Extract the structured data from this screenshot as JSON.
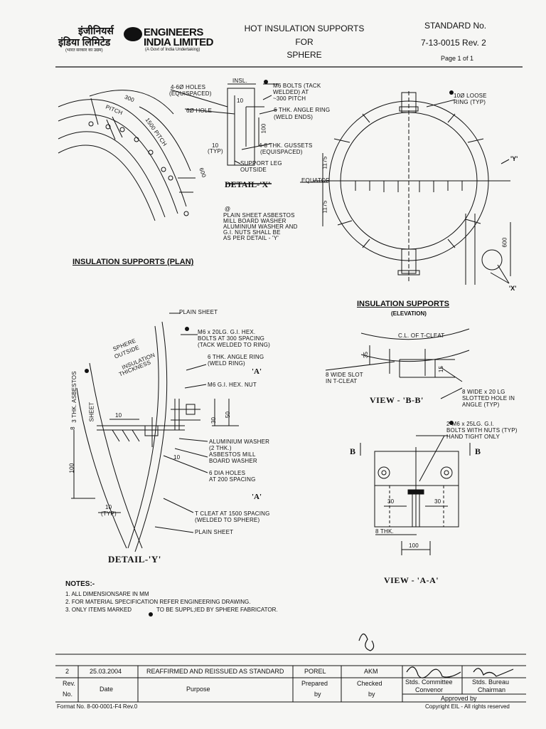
{
  "header": {
    "logo_hindi_line1": "इंजीनियर्स",
    "logo_hindi_line2": "इंडिया लिमिटेड",
    "logo_hindi_sub": "(भारत सरकार का उद्यम)",
    "logo_en_line1": "ENGINEERS",
    "logo_en_line2": "INDIA LIMITED",
    "logo_en_sub": "(A Govt of India Undertaking)",
    "title_line1": "HOT INSULATION SUPPORTS",
    "title_line2": "FOR",
    "title_line3": "SPHERE",
    "standard_label": "STANDARD No.",
    "standard_no": "7-13-0015 Rev. 2",
    "page": "Page 1 of 1"
  },
  "plan": {
    "holes": "4-6Ø HOLES",
    "equispaced": "(EQUISPACED)",
    "pitch300_a": "300",
    "pitch300_b": "PITCH",
    "pitch1500": "1500 PITCH",
    "hole6": "6Ø HOLE",
    "dim600": "600",
    "title": "INSULATION SUPPORTS (PLAN)"
  },
  "detail_x": {
    "insl": "INSL.",
    "m6": "M6 BOLTS (TACK",
    "welded": "WELDED) AT",
    "pitch": "~300 PITCH",
    "angle": "6 THK. ANGLE RING",
    "weld_ends": "(WELD ENDS)",
    "dim10": "10",
    "dim100": "100",
    "dim10typ": "10",
    "typ": "(TYP)",
    "gussets": "4-8 THK. GUSSETS",
    "equispaced": "(EQUISPACED)",
    "leg1": "SUPPORT LEG",
    "leg2": "OUTSIDE",
    "title": "DETAIL-'X'",
    "at": "@",
    "note1": "PLAIN SHEET ASBESTOS",
    "note2": "MILL BOARD WASHER",
    "note3": "ALUMINIUM WASHER AND",
    "note4": "G.I. NUTS SHALL BE",
    "note5": "AS PER DETAIL - 'Y'"
  },
  "sphere": {
    "loose1": "10Ø LOOSE",
    "loose2": "RING (TYP)",
    "y": "'Y'",
    "equator": "EQUATOR",
    "dim1175a": "1175",
    "dim1175b": "1175",
    "dim600": "600",
    "x": "'X'"
  },
  "elev": {
    "title": "INSULATION SUPPORTS",
    "sub": "(ELEVATION)"
  },
  "view_bb": {
    "cl": "C.L. OF T-CLEAT",
    "dim35": "35",
    "dim15": "15",
    "slot1": "8 WIDE SLOT",
    "slot2": "IN T-CLEAT",
    "hole1": "8 WIDE x 20 LG",
    "hole2": "SLOTTED HOLE IN",
    "hole3": "ANGLE (TYP)",
    "title": "VIEW - 'B-B'"
  },
  "view_aa": {
    "bolts1": "2-M6 x 25LG. G.I.",
    "bolts2": "BOLTS WITH NUTS (TYP)",
    "bolts3": "HAND TIGHT ONLY",
    "b_left": "B",
    "b_right": "B",
    "dim30a": "30",
    "dim30b": "30",
    "thk": "8 THK.",
    "dim100": "100",
    "title": "VIEW - 'A-A'"
  },
  "detail_y": {
    "plain_top": "PLAIN SHEET",
    "m6_1": "M6 x 20LG. G.I. HEX.",
    "m6_2": "BOLTS AT 300 SPACING",
    "m6_3": "(TACK WELDED TO RING)",
    "angle1": "6 THK. ANGLE RING",
    "angle2": "(WELD RING)",
    "a_top": "'A'",
    "nut": "M6 G.I. HEX. NUT",
    "sphere1": "SPHERE",
    "sphere2": "OUTSIDE",
    "insul1": "INSULATION",
    "insul2": "THICKNESS",
    "asb": "3 THK. ASBESTOS",
    "sheet": "SHEET",
    "dim10a": "10",
    "dim30": "30",
    "dim50": "50",
    "dim8": "8",
    "dim100": "100",
    "dim10b": "10",
    "dim10typ": "10",
    "typ": "(TYP)",
    "alu1": "ALUMINIUM WASHER",
    "alu2": "(2 THK.)",
    "asb1": "ASBESTOS MILL",
    "asb2": "BOARD WASHER",
    "holes1": "6 DIA HOLES",
    "holes2": "AT 200 SPACING",
    "a_bot": "'A'",
    "tcleat1": "T CLEAT AT 1500 SPACING",
    "tcleat2": "(WELDED TO SPHERE)",
    "plain_bot": "PLAIN SHEET",
    "title": "DETAIL-'Y'"
  },
  "notes": {
    "title": "NOTES:-",
    "n1": "1. ALL DIMENSIONSARE IN MM",
    "n2": "2. FOR MATERIAL SPECIFICATION REFER ENGINEERING DRAWING.",
    "n3a": "3. ONLY ITEMS MARKED",
    "n3b": "TO BE SUPPL;IED BY SPHERE FABRICATOR."
  },
  "title_block": {
    "rev": "2",
    "date": "25.03.2004",
    "purpose": "REAFFIRMED AND REISSUED AS STANDARD",
    "prepared": "POREL",
    "checked": "AKM",
    "h_rev1": "Rev.",
    "h_rev2": "No.",
    "h_date": "Date",
    "h_purpose": "Purpose",
    "h_prep1": "Prepared",
    "h_prep2": "by",
    "h_chk1": "Checked",
    "h_chk2": "by",
    "h_sc1": "Stds. Committee",
    "h_sc2": "Convenor",
    "h_sb1": "Stds. Bureau",
    "h_sb2": "Chairman",
    "approved": "Approved by",
    "format": "Format No. 8-00-0001-F4 Rev.0",
    "copyright": "Copyright EIL - All rights reserved"
  }
}
